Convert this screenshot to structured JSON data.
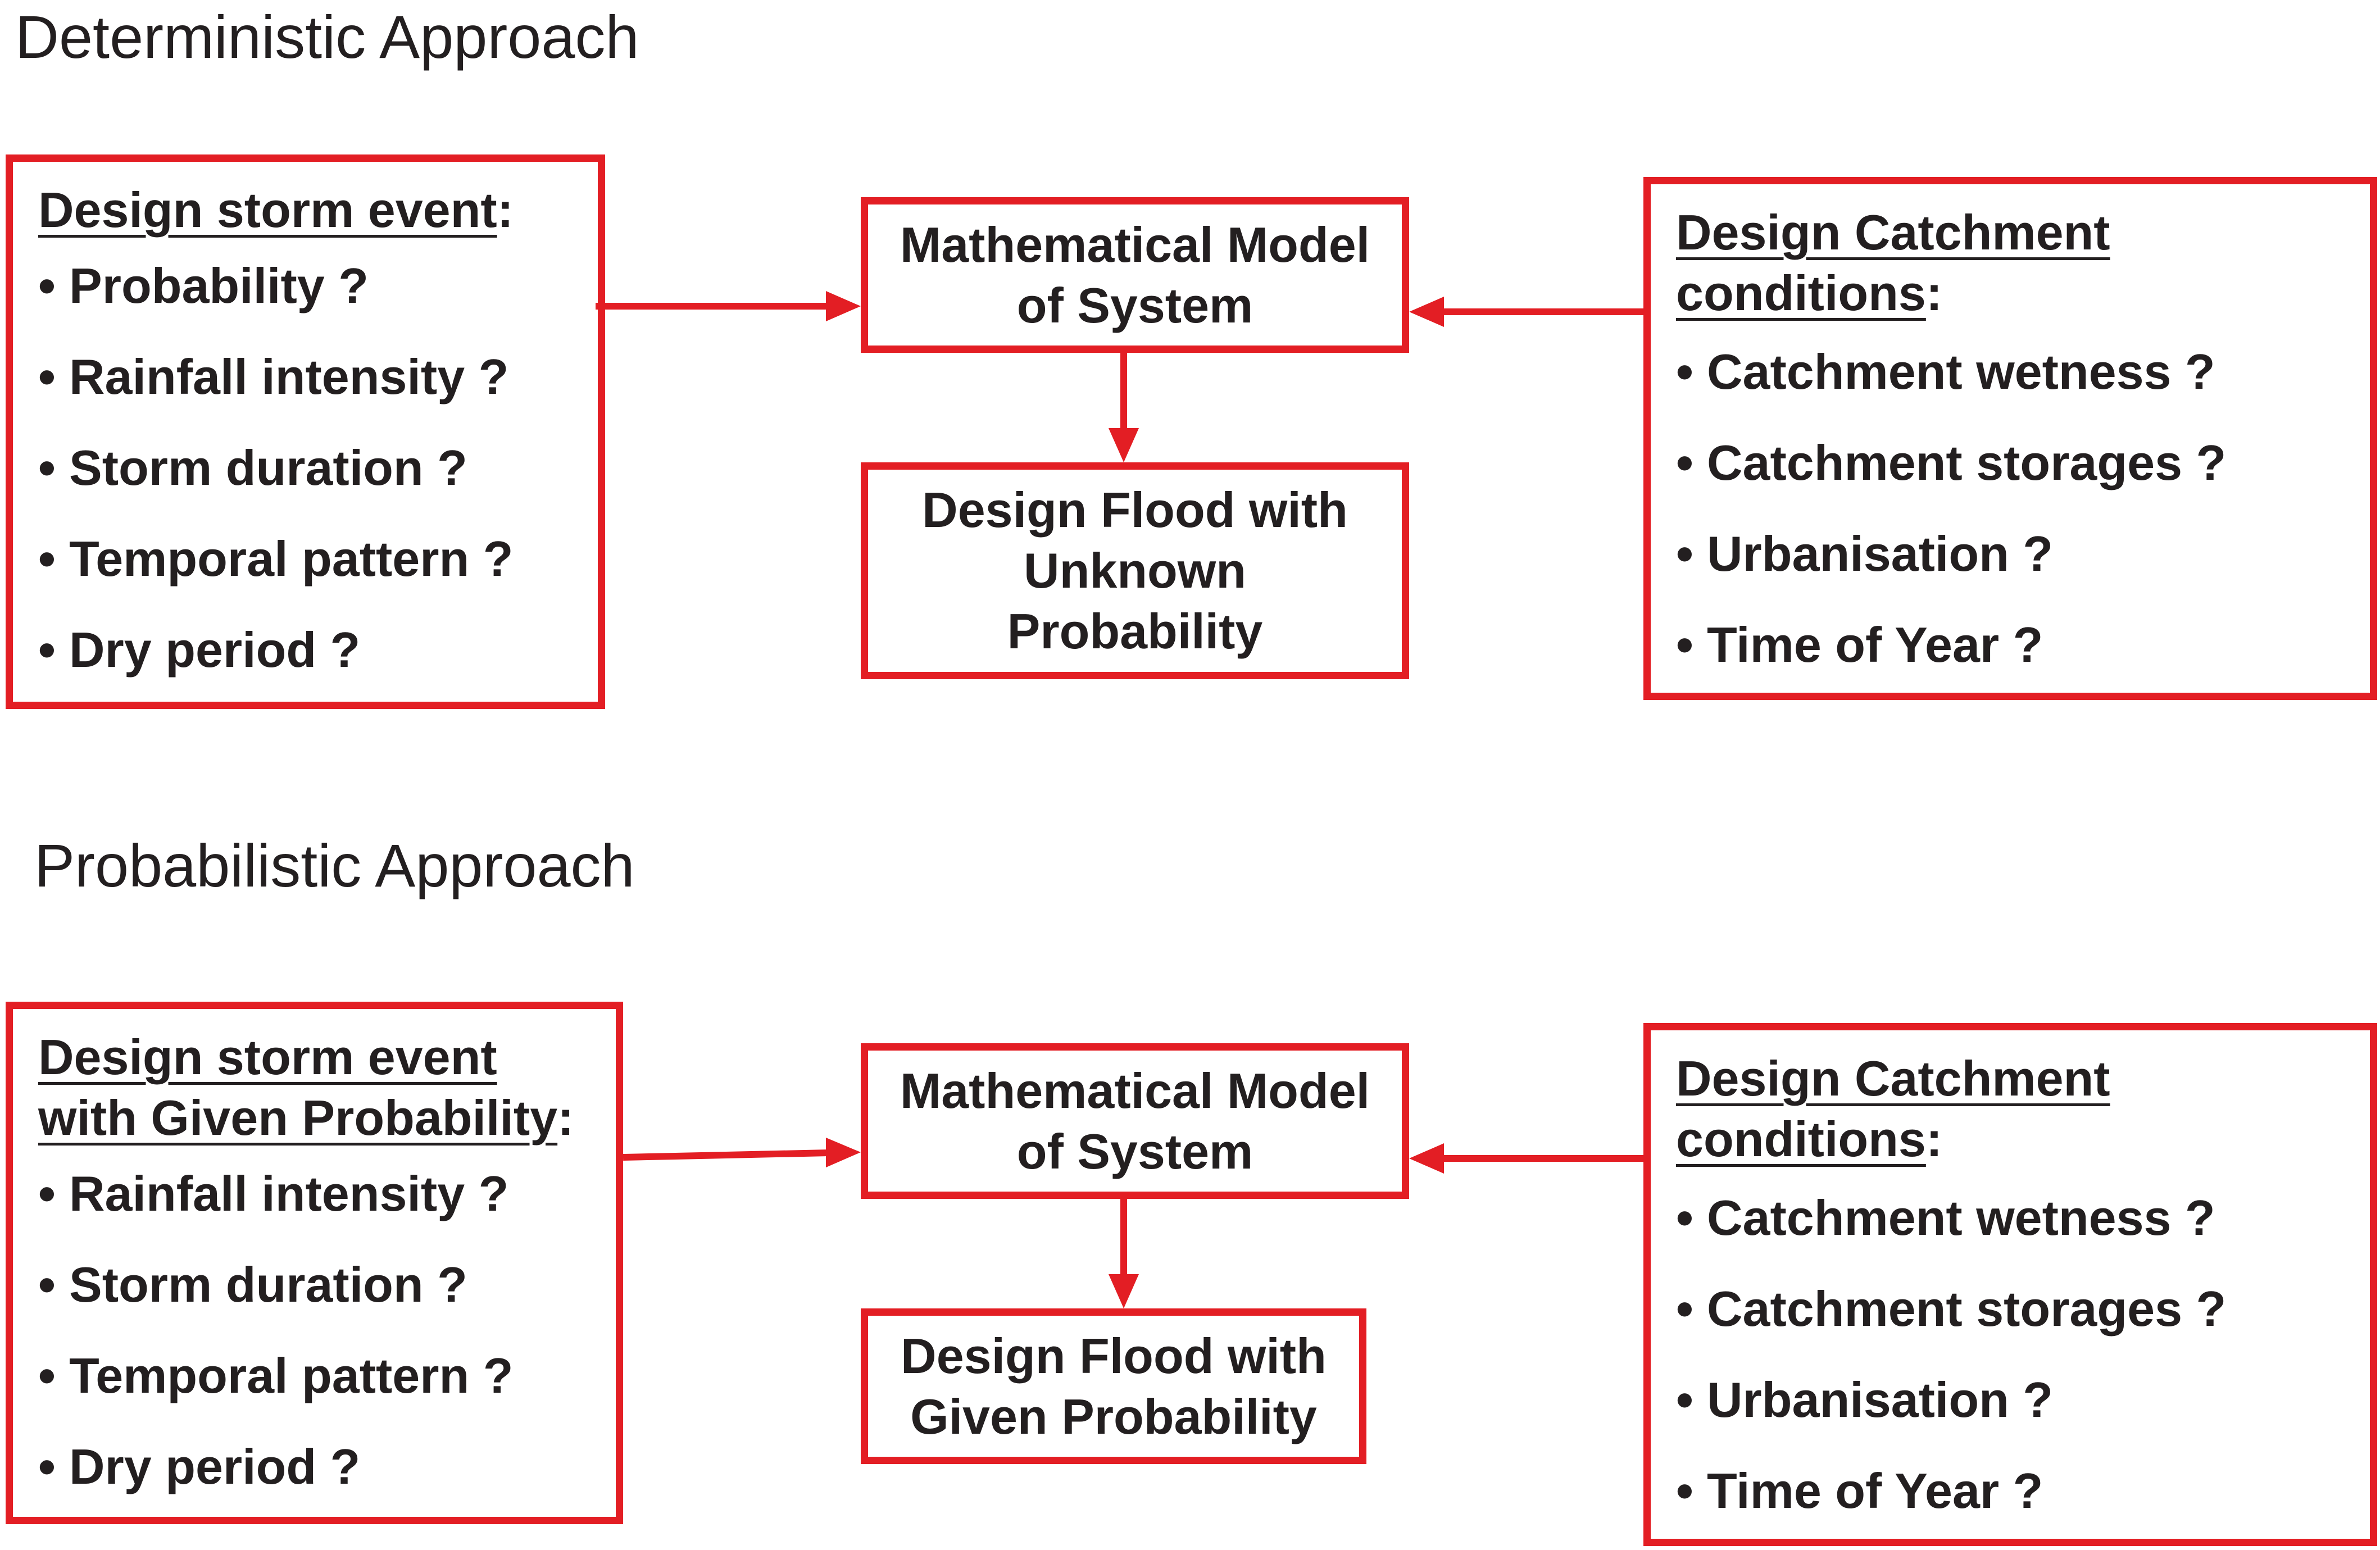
{
  "colors": {
    "accent": "#e31e24",
    "text": "#231f20",
    "background": "#ffffff"
  },
  "deterministic": {
    "heading": "Deterministic Approach",
    "storm_box": {
      "title": "Design storm event",
      "suffix": ":",
      "items": [
        "Probability ?",
        "Rainfall intensity ?",
        "Storm duration ?",
        "Temporal pattern ?",
        "Dry period ?"
      ]
    },
    "model_box": {
      "line1": "Mathematical Model",
      "line2": "of System"
    },
    "flood_box": {
      "line1": "Design Flood with",
      "line2": "Unknown",
      "line3": "Probability"
    },
    "catchment_box": {
      "title_line1": "Design Catchment",
      "title_line2": "conditions",
      "suffix": ":",
      "items": [
        "Catchment wetness ?",
        "Catchment storages ?",
        "Urbanisation ?",
        "Time of Year ?"
      ]
    }
  },
  "probabilistic": {
    "heading": "Probabilistic Approach",
    "storm_box": {
      "title_line1": "Design storm event",
      "title_line2": "with Given Probability",
      "suffix": ":",
      "items": [
        "Rainfall intensity ?",
        "Storm duration ?",
        "Temporal pattern ?",
        "Dry period ?"
      ]
    },
    "model_box": {
      "line1": "Mathematical Model",
      "line2": "of System"
    },
    "flood_box": {
      "line1": "Design Flood with",
      "line2": "Given Probability"
    },
    "catchment_box": {
      "title_line1": "Design Catchment",
      "title_line2": "conditions",
      "suffix": ":",
      "items": [
        "Catchment wetness ?",
        "Catchment storages ?",
        "Urbanisation ?",
        "Time of Year ?"
      ]
    }
  },
  "bullet_glyph": "•"
}
